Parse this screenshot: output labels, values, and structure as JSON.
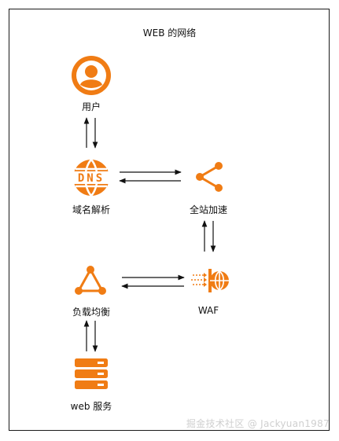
{
  "diagram": {
    "title": "WEB 的网络",
    "nodes": {
      "user": {
        "label": "用户",
        "icon": "user-icon"
      },
      "dns": {
        "label": "域名解析",
        "icon": "dns-icon"
      },
      "cdn": {
        "label": "全站加速",
        "icon": "share-nodes-icon"
      },
      "waf": {
        "label": "WAF",
        "icon": "firewall-icon"
      },
      "lb": {
        "label": "负载均衡",
        "icon": "load-balancer-icon"
      },
      "web": {
        "label": "web 服务",
        "icon": "server-icon"
      }
    },
    "accent_color": "#f07c14"
  },
  "watermark": "掘金技术社区 @ Jackyuan1987"
}
